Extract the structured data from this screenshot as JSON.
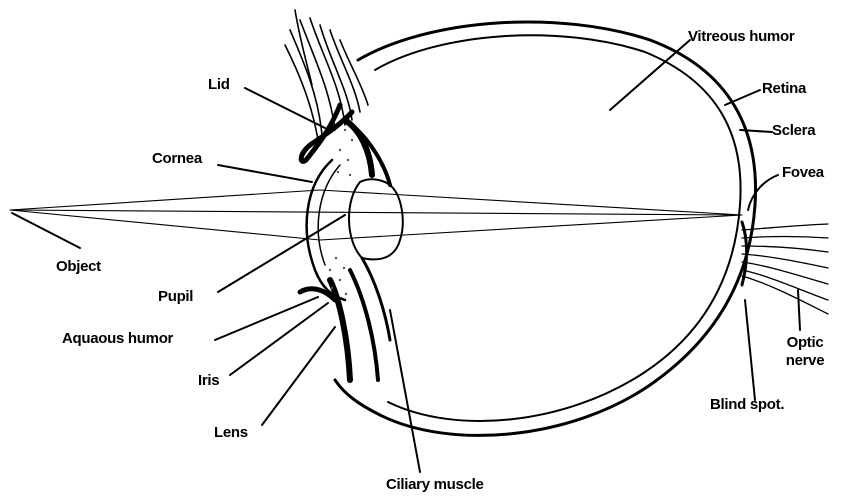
{
  "labels": {
    "vitreous_humor": "Vitreous humor",
    "retina": "Retina",
    "sclera": "Sclera",
    "fovea": "Fovea",
    "lid": "Lid",
    "cornea": "Cornea",
    "object": "Object",
    "pupil": "Pupil",
    "aqueous_humor": "Aquaous humor",
    "iris": "Iris",
    "lens": "Lens",
    "ciliary_muscle": "Ciliary muscle",
    "optic_nerve_line1": "Optic",
    "optic_nerve_line2": "nerve",
    "blind_spot": "Blind spot."
  },
  "colors": {
    "ink": "#000000",
    "paper": "#ffffff",
    "stipple": "#555555"
  }
}
